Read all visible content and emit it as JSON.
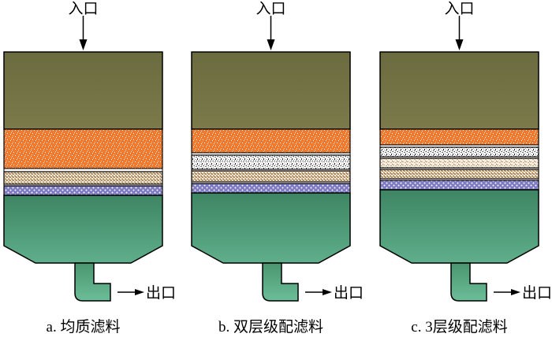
{
  "inlet_label": "入口",
  "outlet_label": "出口",
  "filters": [
    {
      "caption": "a. 均质滤料",
      "layers": [
        "orange",
        "tan",
        "purple"
      ]
    },
    {
      "caption": "b. 双层级配滤料",
      "layers": [
        "orange",
        "gray",
        "tan",
        "purple"
      ]
    },
    {
      "caption": "c. 3层级配滤料",
      "layers": [
        "orange",
        "gray",
        "tan-light",
        "tan",
        "purple"
      ]
    }
  ],
  "colors": {
    "water_top_dark": "#6b6d3f",
    "water_top_light": "#7d7c4c",
    "water_bottom": "#3f8a66",
    "water_bottom_light": "#5ba586",
    "orange": "#ef7a2f",
    "gray": "#8c8c8c",
    "tan": "#c9ad86",
    "purple": "#8a86c4",
    "outline": "#000000"
  }
}
